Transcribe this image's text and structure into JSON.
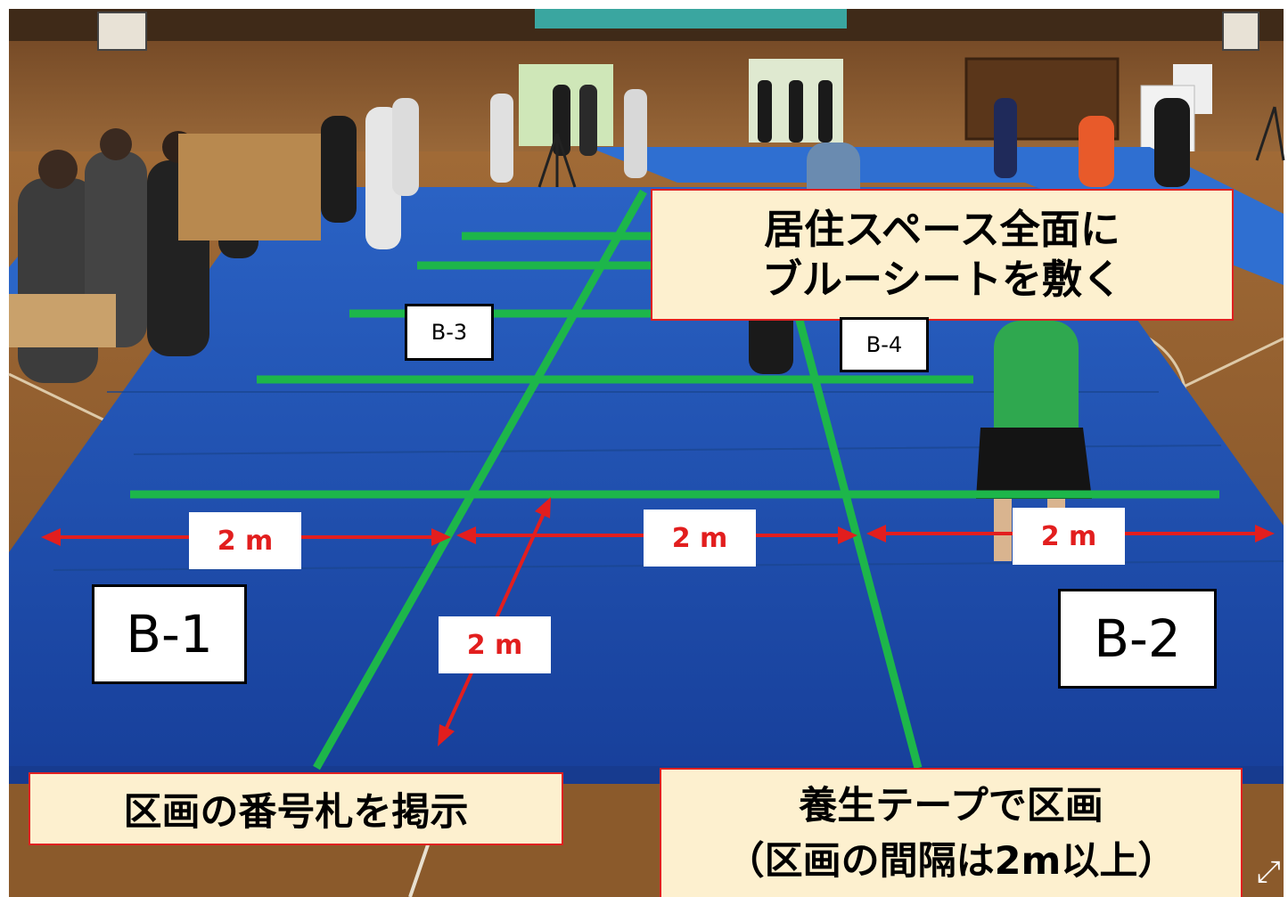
{
  "callouts": {
    "blue_sheet_line1": "居住スペース全面に",
    "blue_sheet_line2": "ブルーシートを敷く",
    "number_signs": "区画の番号札を掲示",
    "tape_line1": "養生テープで区画",
    "tape_line2": "（区画の間隔は2m以上）"
  },
  "section_signs": {
    "b1": "B-1",
    "b2": "B-2",
    "b3": "B-3",
    "b4": "B-4"
  },
  "dimensions": {
    "left": "2 m",
    "center": "2 m",
    "right": "2 m",
    "depth": "2 m"
  },
  "expand_icon_glyph": "⤢",
  "colors": {
    "callout_bg": "#fdf0cf",
    "callout_border": "#e02020",
    "tape_green": "#1db64a",
    "arrow_red": "#e21e1e",
    "tarp_blue": "#1f4fb3",
    "floor_wood": "#8a5a2c"
  }
}
